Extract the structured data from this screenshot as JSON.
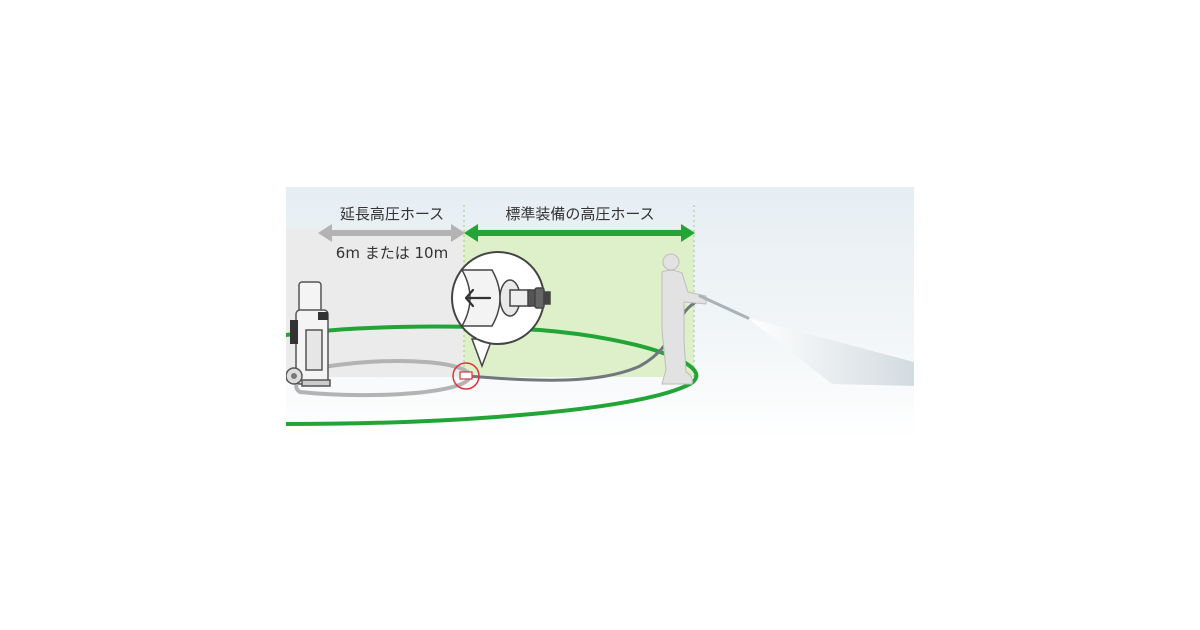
{
  "labels": {
    "extension_hose": "延長高圧ホース",
    "extension_length": "6m または 10m",
    "standard_hose": "標準装備の高圧ホース"
  },
  "icons": {
    "washer": "pressure-washer-icon",
    "person": "person-spraying-icon",
    "connector": "hose-connector-icon",
    "highlight": "connection-point-highlight"
  },
  "colors": {
    "extension_hose": "#b3b3b3",
    "standard_hose": "#22a437",
    "highlight_ring": "#d9343a",
    "standard_area": "#ddf0c9",
    "extension_area": "#ebebeb",
    "background_top": "#e6eef3",
    "person": "#e2e2e2"
  }
}
